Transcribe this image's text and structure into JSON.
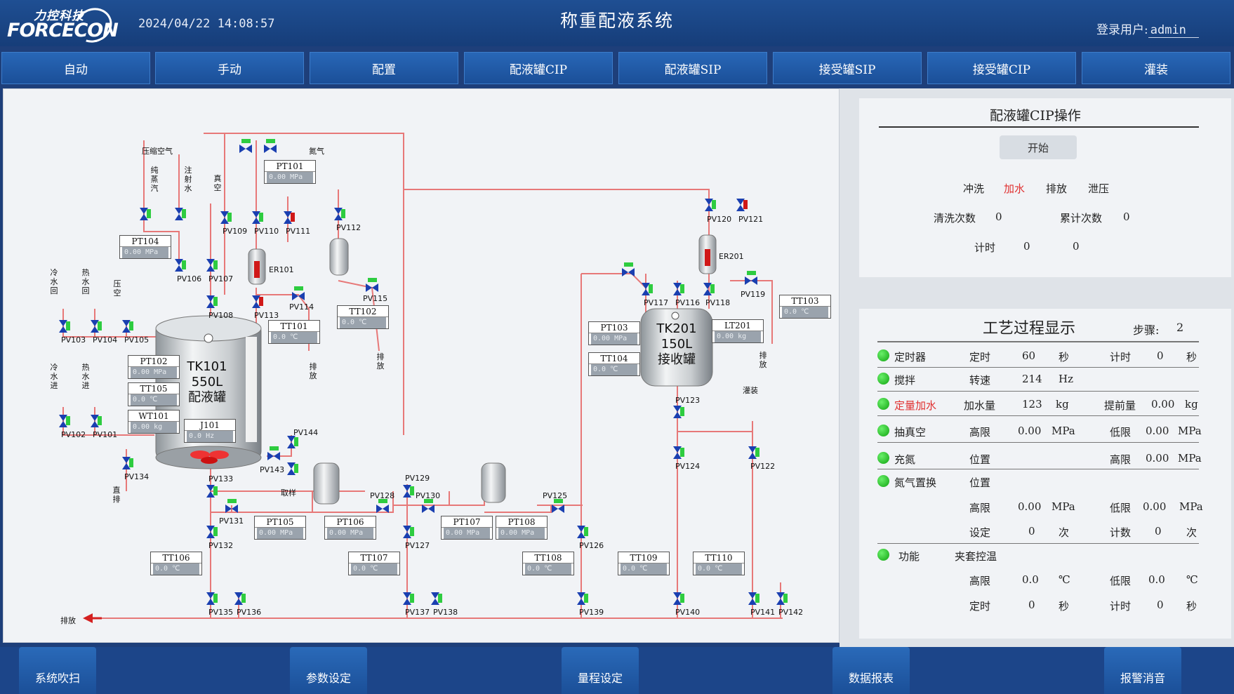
{
  "header": {
    "logo_cn": "力控科技",
    "logo_en": "FORCECON",
    "datetime": "2024/04/22 14:08:57",
    "title": "称重配液系统",
    "user_label": "登录用户:",
    "user_name": "admin"
  },
  "nav": [
    "自动",
    "手动",
    "配置",
    "配液罐CIP",
    "配液罐SIP",
    "接受罐SIP",
    "接受罐CIP",
    "灌装"
  ],
  "diagram": {
    "supply_top": [
      "压缩空气",
      "氮气"
    ],
    "supply_vertical": [
      "纯蒸汽",
      "注射水",
      "真空"
    ],
    "left_supply_1": [
      "冷水回",
      "热水回",
      "压空"
    ],
    "left_supply_2": [
      "冷水进",
      "热水进"
    ],
    "valves": [
      "PV101",
      "PV102",
      "PV103",
      "PV104",
      "PV105",
      "PV106",
      "PV107",
      "PV108",
      "PV109",
      "PV110",
      "PV111",
      "PV112",
      "PV113",
      "PV114",
      "PV115",
      "PV116",
      "PV117",
      "PV118",
      "PV119",
      "PV120",
      "PV121",
      "PV122",
      "PV123",
      "PV124",
      "PV125",
      "PV126",
      "PV127",
      "PV128",
      "PV129",
      "PV130",
      "PV131",
      "PV132",
      "PV133",
      "PV134",
      "PV135",
      "PV136",
      "PV137",
      "PV138",
      "PV139",
      "PV140",
      "PV141",
      "PV142",
      "PV143",
      "PV144"
    ],
    "filters": [
      "ER101",
      "ER201"
    ],
    "instruments": [
      {
        "tag": "PT101",
        "value": "0.00 MPa"
      },
      {
        "tag": "PT104",
        "value": "0.00 MPa"
      },
      {
        "tag": "PT102",
        "value": "0.00 MPa"
      },
      {
        "tag": "TT105",
        "value": "0.0 ℃"
      },
      {
        "tag": "WT101",
        "value": "0.00 kg"
      },
      {
        "tag": "J101",
        "value": "0.0 Hz"
      },
      {
        "tag": "TT101",
        "value": "0.0 ℃"
      },
      {
        "tag": "TT102",
        "value": "0.0 ℃"
      },
      {
        "tag": "PT103",
        "value": "0.00 MPa"
      },
      {
        "tag": "TT104",
        "value": "0.0 ℃"
      },
      {
        "tag": "LT201",
        "value": "0.00 kg"
      },
      {
        "tag": "TT103",
        "value": "0.0 ℃"
      },
      {
        "tag": "PT105",
        "value": "0.00 MPa"
      },
      {
        "tag": "PT106",
        "value": "0.00 MPa"
      },
      {
        "tag": "PT107",
        "value": "0.00 MPa"
      },
      {
        "tag": "PT108",
        "value": "0.00 MPa"
      },
      {
        "tag": "TT106",
        "value": "0.0 ℃"
      },
      {
        "tag": "TT107",
        "value": "0.0 ℃"
      },
      {
        "tag": "TT108",
        "value": "0.0 ℃"
      },
      {
        "tag": "TT109",
        "value": "0.0 ℃"
      },
      {
        "tag": "TT110",
        "value": "0.0 ℃"
      }
    ],
    "tank1": [
      "TK101",
      "550L",
      "配液罐"
    ],
    "tank2": [
      "TK201",
      "150L",
      "接收罐"
    ],
    "drain": "排放",
    "straight_drain": "直排",
    "sample": "取样",
    "filling": "灌装"
  },
  "cip_panel": {
    "title": "配液罐CIP操作",
    "start": "开始",
    "steps": [
      "冲洗",
      "加水",
      "排放",
      "泄压"
    ],
    "active_step": "加水",
    "wash_count_label": "清洗次数",
    "wash_count": "0",
    "total_count_label": "累计次数",
    "total_count": "0",
    "timer_label": "计时",
    "timer_a": "0",
    "timer_b": "0"
  },
  "process_panel": {
    "title": "工艺过程显示",
    "step_label": "步骤:",
    "step_value": "2",
    "rows": [
      {
        "name": "定时器",
        "c1": "定时",
        "v1": "60",
        "u1": "秒",
        "c2": "计时",
        "v2": "0",
        "u2": "秒"
      },
      {
        "name": "搅拌",
        "c1": "转速",
        "v1": "214",
        "u1": "Hz"
      },
      {
        "name": "定量加水",
        "c1": "加水量",
        "v1": "123",
        "u1": "kg",
        "c2": "提前量",
        "v2": "0.00",
        "u2": "kg"
      },
      {
        "name": "抽真空",
        "c1": "高限",
        "v1": "0.00",
        "u1": "MPa",
        "c2": "低限",
        "v2": "0.00",
        "u2": "MPa"
      },
      {
        "name": "充氮",
        "c1": "位置",
        "c2": "高限",
        "v2": "0.00",
        "u2": "MPa"
      },
      {
        "name": "氮气置换",
        "c1": "位置"
      }
    ],
    "n2_sub": [
      {
        "c1": "高限",
        "v1": "0.00",
        "u1": "MPa",
        "c2": "低限",
        "v2": "0.00",
        "u2": "MPa"
      },
      {
        "c1": "设定",
        "v1": "0",
        "u1": "次",
        "c2": "计数",
        "v2": "0",
        "u2": "次"
      }
    ],
    "func": {
      "name": "功能",
      "mode": "夹套控温"
    },
    "func_sub": [
      {
        "c1": "高限",
        "v1": "0.0",
        "u1": "℃",
        "c2": "低限",
        "v2": "0.0",
        "u2": "℃"
      },
      {
        "c1": "定时",
        "v1": "0",
        "u1": "秒",
        "c2": "计时",
        "v2": "0",
        "u2": "秒"
      }
    ]
  },
  "bottom": [
    "系统吹扫",
    "参数设定",
    "量程设定",
    "数据报表",
    "报警消音"
  ],
  "colors": {
    "pipe": "#e77878",
    "valve": "#1a3fb0",
    "header": "#1f4f93",
    "active_step": "#e03030",
    "indicator": "#22c022"
  }
}
